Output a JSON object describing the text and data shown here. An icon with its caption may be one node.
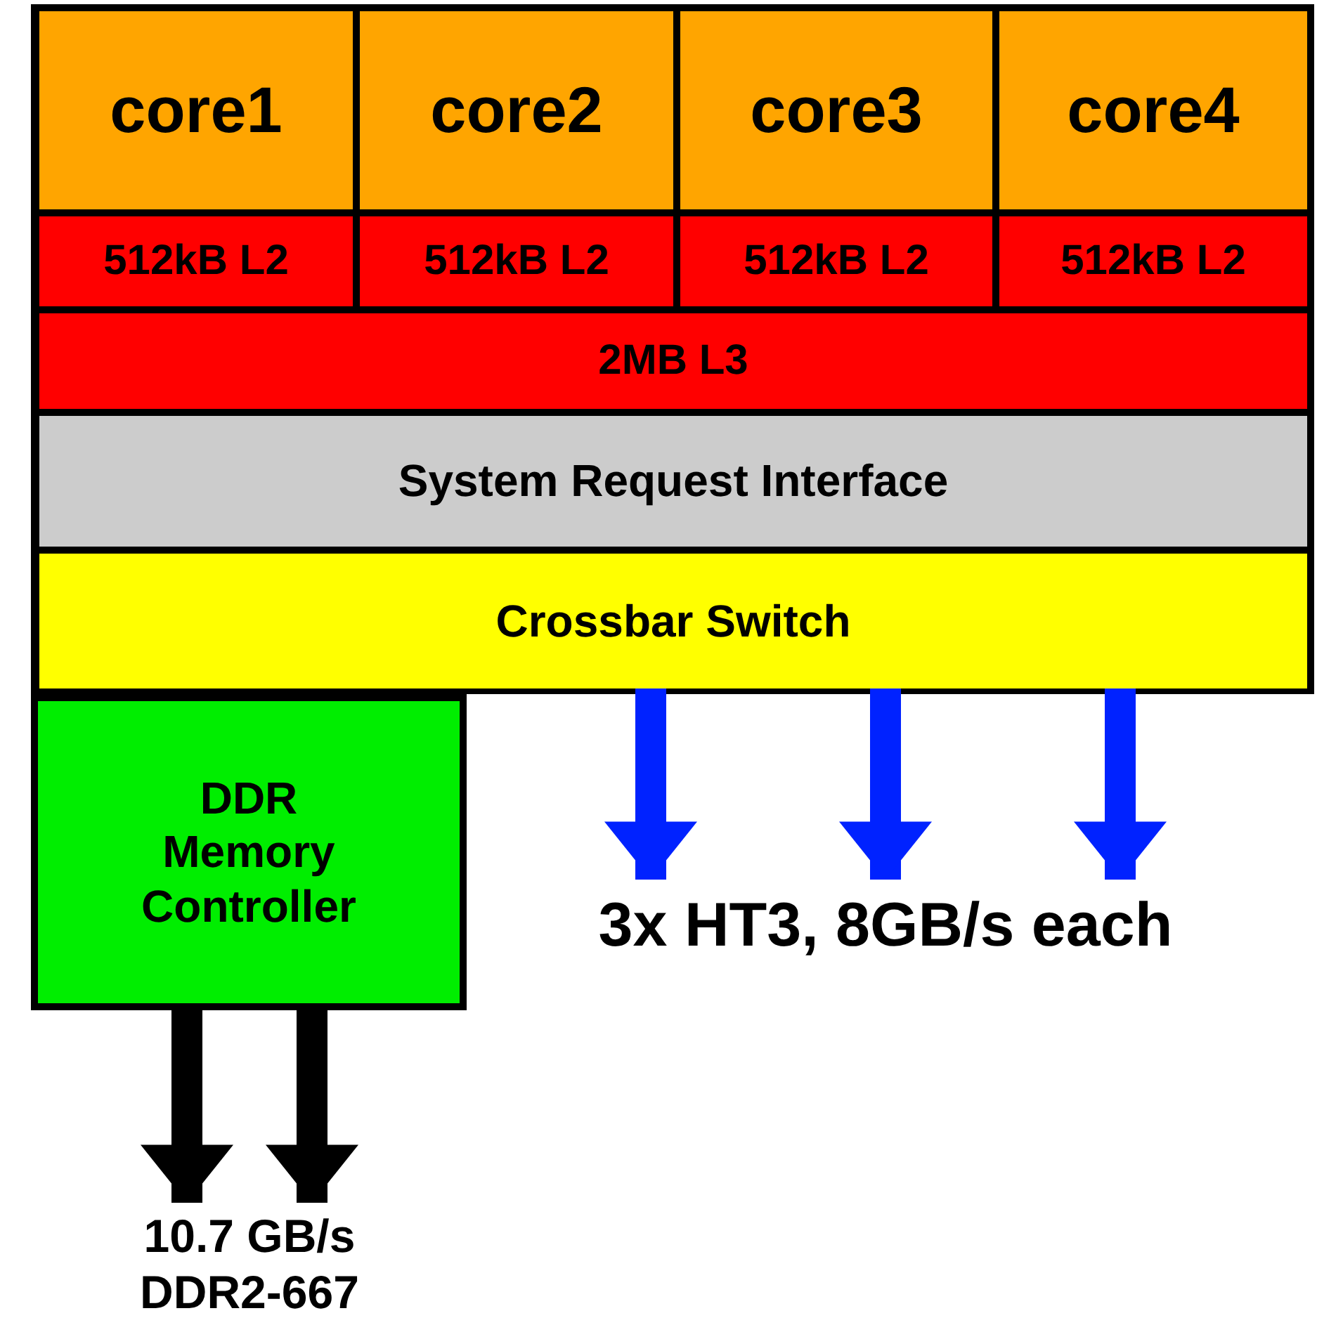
{
  "diagram": {
    "nodes": [
      {
        "text": [
          "core1"
        ]
      },
      {
        "text": [
          "core2"
        ]
      },
      {
        "text": [
          "core3"
        ]
      },
      {
        "text": [
          "core4"
        ]
      },
      {
        "text": [
          "512kB L2"
        ]
      },
      {
        "text": [
          "512kB L2"
        ]
      },
      {
        "text": [
          "512kB L2"
        ]
      },
      {
        "text": [
          "512kB L2"
        ]
      },
      {
        "text": [
          "2MB L3"
        ]
      },
      {
        "text": [
          "System Request Interface"
        ]
      },
      {
        "text": [
          "Crossbar Switch"
        ]
      },
      {
        "text": [
          "DDR Memory Controller"
        ]
      },
      {
        "text": [
          "3x HT3, 8GB/s each"
        ]
      },
      {
        "text": [
          "10.7 GB/s DDR2-667"
        ]
      }
    ],
    "edges": [
      {
        "from": 10,
        "to": 12,
        "arrow": "to"
      },
      {
        "from": 10,
        "to": 12,
        "arrow": "to"
      },
      {
        "from": 10,
        "to": 12,
        "arrow": "to"
      },
      {
        "from": 11,
        "to": 13,
        "arrow": "to",
        "color": "#000000"
      },
      {
        "from": 11,
        "to": 13,
        "arrow": "to",
        "color": "#000000"
      }
    ]
  }
}
